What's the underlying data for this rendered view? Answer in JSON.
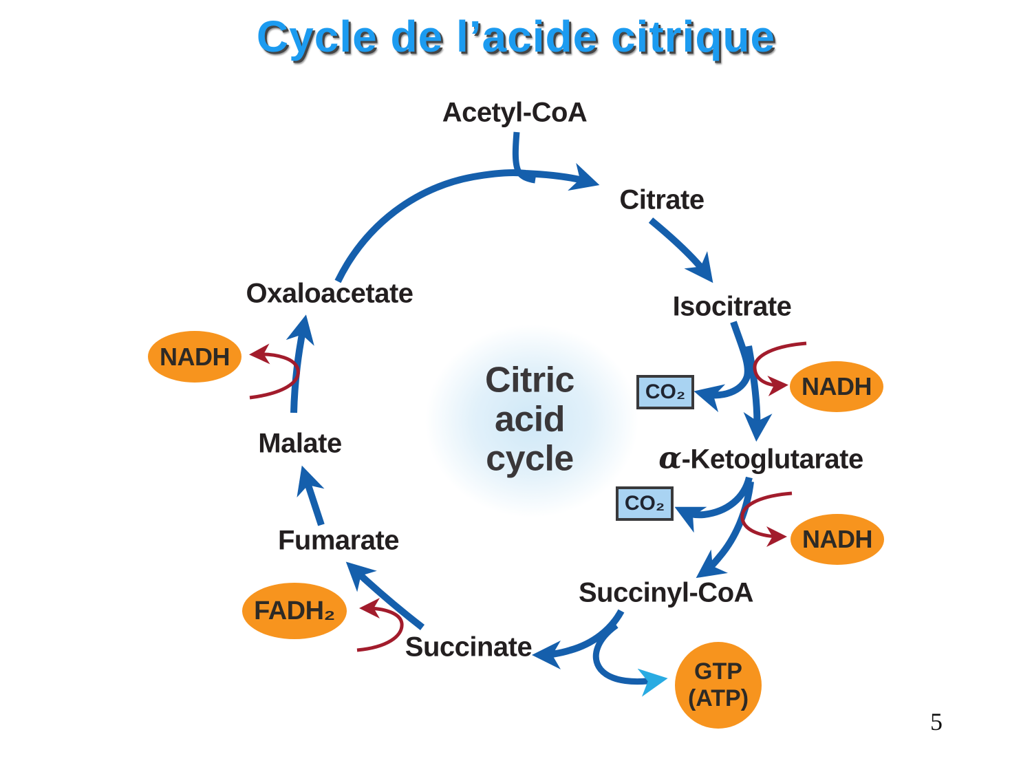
{
  "slide": {
    "title": "Cycle de l’acide citrique",
    "page_number": "5"
  },
  "diagram": {
    "center_label": {
      "line1": "Citric",
      "line2": "acid",
      "line3": "cycle"
    },
    "nodes": {
      "acetyl_coa": "Acetyl-CoA",
      "citrate": "Citrate",
      "isocitrate": "Isocitrate",
      "alpha_ketoglutarate": {
        "alpha": "α",
        "rest": "-Ketoglutarate"
      },
      "succinyl_coa": "Succinyl-CoA",
      "succinate": "Succinate",
      "fumarate": "Fumarate",
      "malate": "Malate",
      "oxaloacetate": "Oxaloacetate"
    },
    "cofactors": {
      "nadh_isocitrate": "NADH",
      "nadh_ketoglutarate": "NADH",
      "nadh_malate": "NADH",
      "fadh2": "FADH₂",
      "gtp_line1": "GTP",
      "gtp_line2": "(ATP)"
    },
    "co2_boxes": {
      "co2_isocitrate": "CO₂",
      "co2_ketoglutarate": "CO₂"
    },
    "edges": [
      {
        "from": "Acetyl-CoA",
        "to": "Citrate"
      },
      {
        "from": "Oxaloacetate",
        "to": "Citrate"
      },
      {
        "from": "Citrate",
        "to": "Isocitrate"
      },
      {
        "from": "Isocitrate",
        "to": "α-Ketoglutarate",
        "releases": [
          "CO₂",
          "NADH"
        ]
      },
      {
        "from": "α-Ketoglutarate",
        "to": "Succinyl-CoA",
        "releases": [
          "CO₂",
          "NADH"
        ]
      },
      {
        "from": "Succinyl-CoA",
        "to": "Succinate",
        "releases": [
          "GTP (ATP)"
        ]
      },
      {
        "from": "Succinate",
        "to": "Fumarate",
        "releases": [
          "FADH₂"
        ]
      },
      {
        "from": "Fumarate",
        "to": "Malate"
      },
      {
        "from": "Malate",
        "to": "Oxaloacetate",
        "releases": [
          "NADH"
        ]
      }
    ],
    "colors": {
      "title_blue": "#1c9bf0",
      "cycle_arrow_blue": "#155fac",
      "cofactor_arrow_red": "#a21c2c",
      "cofactor_orange": "#f7941e",
      "co2_box_fill": "#a9d3f2",
      "co2_box_border": "#39393b",
      "gtp_arrowhead_cyan": "#29abe2",
      "label_dark": "#231f20"
    }
  }
}
